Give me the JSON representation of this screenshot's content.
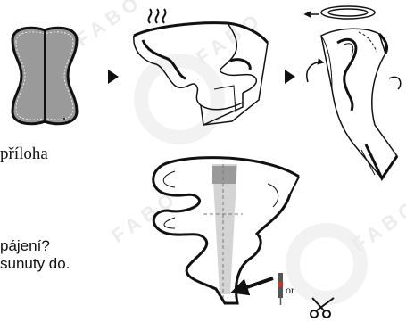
{
  "watermark": {
    "text": "FABO"
  },
  "labels": {
    "attachment": "příloha",
    "question": "pájení?",
    "pushed": "sunuty do.",
    "or": "or"
  },
  "steps": [
    {
      "id": "step-1",
      "description_icon": "cushion-blank"
    },
    {
      "id": "step-2",
      "description_icon": "heat-fold"
    },
    {
      "id": "step-3",
      "description_icon": "roll-wrap"
    },
    {
      "id": "step-4",
      "description_icon": "trim-insert"
    }
  ],
  "icons": {
    "arrow": "triangle-right-icon",
    "heat": "heat-waves-icon",
    "rotate": "rotate-arrow-icon",
    "knife": "hot-knife-icon",
    "scissors": "scissors-icon"
  },
  "colors": {
    "line": "#111111",
    "fill_gray": "#9a9a9a",
    "guide_gray": "#d4d4d4",
    "watermark": "#ececec"
  }
}
